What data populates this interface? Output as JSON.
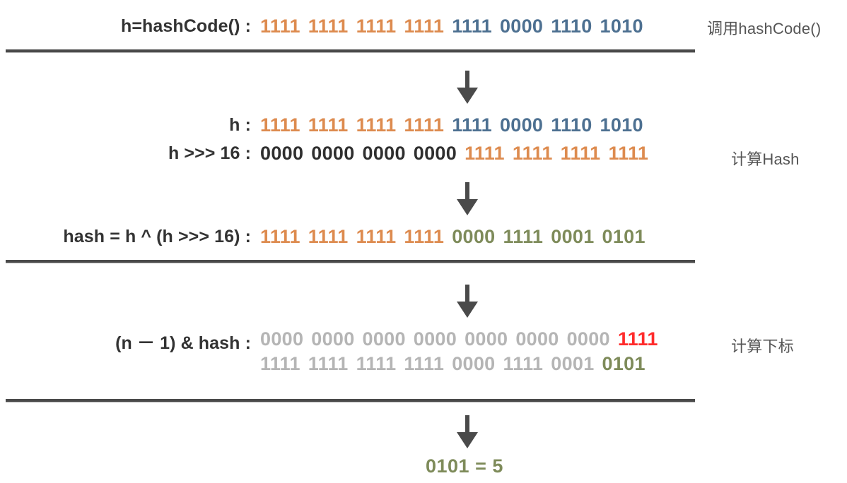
{
  "diagram": {
    "title": "HashMap hash and index computation",
    "colors": {
      "orange": "#DD8B4F",
      "blue": "#4D7091",
      "dark": "#2f2f2f",
      "olive": "#7E8B5A",
      "gray": "#b5b5b5",
      "red": "#FF2B2B",
      "rule": "#4a4a4a",
      "arrow": "#4a4a4a",
      "label": "#333333",
      "caption": "#555555"
    },
    "rows": [
      {
        "id": "hashcode",
        "label": "h=hashCode() :",
        "lines": [
          {
            "groups": [
              {
                "bits": "1111",
                "color": "orange"
              },
              {
                "bits": "1111",
                "color": "orange"
              },
              {
                "bits": "1111",
                "color": "orange"
              },
              {
                "bits": "1111",
                "color": "orange"
              },
              {
                "bits": "1111",
                "color": "blue"
              },
              {
                "bits": "0000",
                "color": "blue"
              },
              {
                "bits": "1110",
                "color": "blue"
              },
              {
                "bits": "1010",
                "color": "blue"
              }
            ]
          }
        ]
      },
      {
        "id": "h",
        "label": "h :",
        "lines": [
          {
            "groups": [
              {
                "bits": "1111",
                "color": "orange"
              },
              {
                "bits": "1111",
                "color": "orange"
              },
              {
                "bits": "1111",
                "color": "orange"
              },
              {
                "bits": "1111",
                "color": "orange"
              },
              {
                "bits": "1111",
                "color": "blue"
              },
              {
                "bits": "0000",
                "color": "blue"
              },
              {
                "bits": "1110",
                "color": "blue"
              },
              {
                "bits": "1010",
                "color": "blue"
              }
            ]
          }
        ]
      },
      {
        "id": "h-shift-16",
        "label": "h >>> 16 :",
        "lines": [
          {
            "groups": [
              {
                "bits": "0000",
                "color": "dark"
              },
              {
                "bits": "0000",
                "color": "dark"
              },
              {
                "bits": "0000",
                "color": "dark"
              },
              {
                "bits": "0000",
                "color": "dark"
              },
              {
                "bits": "1111",
                "color": "orange"
              },
              {
                "bits": "1111",
                "color": "orange"
              },
              {
                "bits": "1111",
                "color": "orange"
              },
              {
                "bits": "1111",
                "color": "orange"
              }
            ]
          }
        ]
      },
      {
        "id": "hash-xor",
        "label": "hash = h ^ (h >>> 16) :",
        "lines": [
          {
            "groups": [
              {
                "bits": "1111",
                "color": "orange"
              },
              {
                "bits": "1111",
                "color": "orange"
              },
              {
                "bits": "1111",
                "color": "orange"
              },
              {
                "bits": "1111",
                "color": "orange"
              },
              {
                "bits": "0000",
                "color": "olive"
              },
              {
                "bits": "1111",
                "color": "olive"
              },
              {
                "bits": "0001",
                "color": "olive"
              },
              {
                "bits": "0101",
                "color": "olive"
              }
            ]
          }
        ]
      },
      {
        "id": "n-minus-1-and-hash",
        "label": "(n － 1) & hash :",
        "lines": [
          {
            "groups": [
              {
                "bits": "0000",
                "color": "gray"
              },
              {
                "bits": "0000",
                "color": "gray"
              },
              {
                "bits": "0000",
                "color": "gray"
              },
              {
                "bits": "0000",
                "color": "gray"
              },
              {
                "bits": "0000",
                "color": "gray"
              },
              {
                "bits": "0000",
                "color": "gray"
              },
              {
                "bits": "0000",
                "color": "gray"
              },
              {
                "bits": "1111",
                "color": "red"
              }
            ]
          },
          {
            "groups": [
              {
                "bits": "1111",
                "color": "gray"
              },
              {
                "bits": "1111",
                "color": "gray"
              },
              {
                "bits": "1111",
                "color": "gray"
              },
              {
                "bits": "1111",
                "color": "gray"
              },
              {
                "bits": "0000",
                "color": "gray"
              },
              {
                "bits": "1111",
                "color": "gray"
              },
              {
                "bits": "0001",
                "color": "gray"
              },
              {
                "bits": "0101",
                "color": "olive"
              }
            ]
          }
        ]
      }
    ],
    "stage_captions": [
      {
        "id": "call-hashcode",
        "text": "调用hashCode()"
      },
      {
        "id": "compute-hash",
        "text": "计算Hash"
      },
      {
        "id": "compute-index",
        "text": "计算下标"
      }
    ],
    "result": {
      "text": "0101 = 5",
      "bits": "0101",
      "value": 5
    },
    "arrows": [
      {
        "id": "arrow-1"
      },
      {
        "id": "arrow-2"
      },
      {
        "id": "arrow-3"
      },
      {
        "id": "arrow-4"
      }
    ]
  }
}
